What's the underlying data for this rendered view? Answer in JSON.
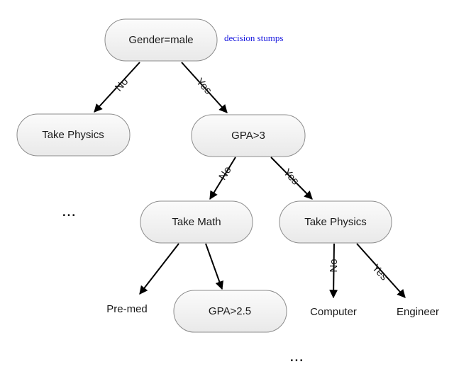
{
  "annotation": "decision stumps",
  "nodes": {
    "root": "Gender=male",
    "take_physics_left": "Take Physics",
    "gpa3": "GPA>3",
    "take_math": "Take Math",
    "take_physics_right": "Take Physics",
    "gpa25": "GPA>2.5"
  },
  "leaves": {
    "premed": "Pre-med",
    "computer": "Computer",
    "engineer": "Engineer"
  },
  "edges": {
    "root_no": "No",
    "root_yes": "Yes",
    "gpa3_no": "No",
    "gpa3_yes": "Yes",
    "physics_no": "No",
    "physics_yes": "Yes"
  },
  "ellipsis": {
    "left": "...",
    "bottom": "..."
  }
}
